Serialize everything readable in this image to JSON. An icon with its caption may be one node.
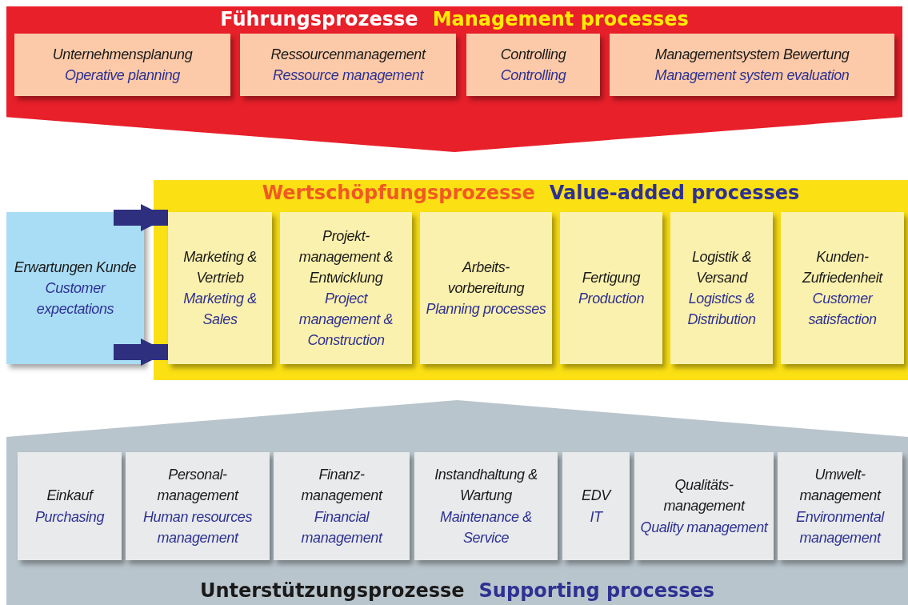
{
  "diagram": {
    "nodes": [
      {
        "text": [
          "Führungsprozesse",
          "Management processes"
        ]
      },
      {
        "text": [
          "Unternehmensplanung",
          "Operative planning"
        ],
        "in": 0
      },
      {
        "text": [
          "Ressourcenmanagement",
          "Ressource management"
        ],
        "in": 0
      },
      {
        "text": [
          "Controlling",
          "Controlling"
        ],
        "in": 0
      },
      {
        "text": [
          "Managementsystem Bewertung",
          "Management system evaluation"
        ],
        "in": 0
      },
      {
        "text": [
          "Wertschöpfungsprozesse",
          "Value-added processes"
        ]
      },
      {
        "text": [
          "Erwartungen Kunde",
          "Customer expectations"
        ]
      },
      {
        "text": [
          "Marketing & Vertrieb",
          "Marketing & Sales"
        ],
        "in": 5
      },
      {
        "text": [
          "Projekt- management & Entwicklung",
          "Project management & Construction"
        ],
        "in": 5
      },
      {
        "text": [
          "Arbeits- vorbereitung",
          "Planning processes"
        ],
        "in": 5
      },
      {
        "text": [
          "Fertigung",
          "Production"
        ],
        "in": 5
      },
      {
        "text": [
          "Logistik & Versand",
          "Logistics & Distribution"
        ],
        "in": 5
      },
      {
        "text": [
          "Kunden- Zufriedenheit",
          "Customer satisfaction"
        ],
        "in": 5
      },
      {
        "text": [
          "Unterstützungsprozesse",
          "Supporting processes"
        ]
      },
      {
        "text": [
          "Einkauf",
          "Purchasing"
        ],
        "in": 13
      },
      {
        "text": [
          "Personal- management",
          "Human resources management"
        ],
        "in": 13
      },
      {
        "text": [
          "Finanz- management",
          "Financial management"
        ],
        "in": 13
      },
      {
        "text": [
          "Instandhaltung & Wartung",
          "Maintenance & Service"
        ],
        "in": 13
      },
      {
        "text": [
          "EDV",
          "IT"
        ],
        "in": 13
      },
      {
        "text": [
          "Qualitäts- management",
          "Quality management"
        ],
        "in": 13
      },
      {
        "text": [
          "Umwelt- management",
          "Environmental management"
        ],
        "in": 13
      }
    ],
    "edges": [
      {
        "from": 6,
        "to": 7,
        "arrow": "to"
      },
      {
        "from": 6,
        "to": 7,
        "arrow": "to"
      }
    ]
  }
}
